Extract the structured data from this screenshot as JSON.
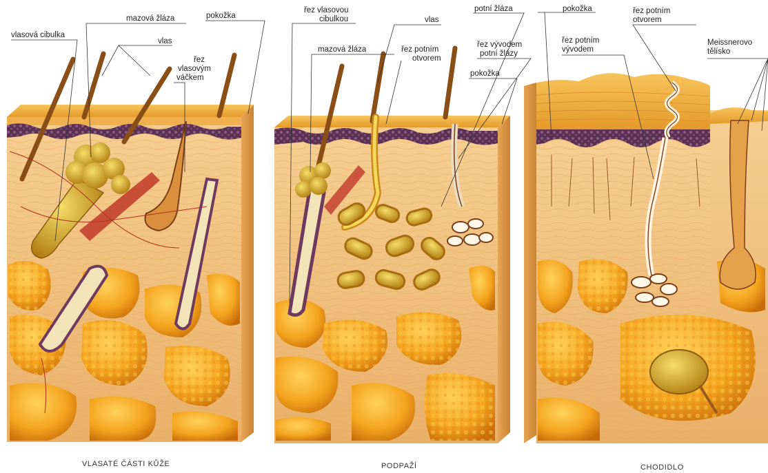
{
  "panels": [
    {
      "caption": "VLASATÉ ČÁSTI KŮŽE",
      "labels": {
        "hair_bulb": "vlasová cibulka",
        "sebaceous_gland": "mazová žláza",
        "hair": "vlas",
        "epidermis": "pokožka",
        "follicle_section_1": "řez",
        "follicle_section_2": "vlasovým",
        "follicle_section_3": "váčkem"
      }
    },
    {
      "caption": "PODPAŽÍ",
      "labels": {
        "bulb_section_1": "řez vlasovou",
        "bulb_section_2": "cibulkou",
        "sebaceous_gland": "mazová žláza",
        "hair": "vlas",
        "sweat_pore_1": "řez potním",
        "sweat_pore_2": "otvorem",
        "sweat_gland": "potní žláza",
        "duct_section_1": "řez vývodem",
        "duct_section_2": "potní žlázy",
        "epidermis": "pokožka"
      }
    },
    {
      "caption": "CHODIDLO",
      "labels": {
        "epidermis": "pokožka",
        "sweat_pore_1": "řez potním",
        "sweat_pore_2": "otvorem",
        "sweat_duct_1": "řez potním",
        "sweat_duct_2": "vývodem",
        "meissner_1": "Meissnerovo",
        "meissner_2": "tělísko"
      }
    }
  ],
  "colors": {
    "fat": "#f0a21c",
    "fat_dark": "#c06a08",
    "dermis": "#f4c27a",
    "epidermis": "#f2b24a",
    "basal_layer": "#6e3b5e",
    "hair": "#9a5a1e",
    "gland": "#d8a318",
    "muscle": "#c0392b"
  }
}
